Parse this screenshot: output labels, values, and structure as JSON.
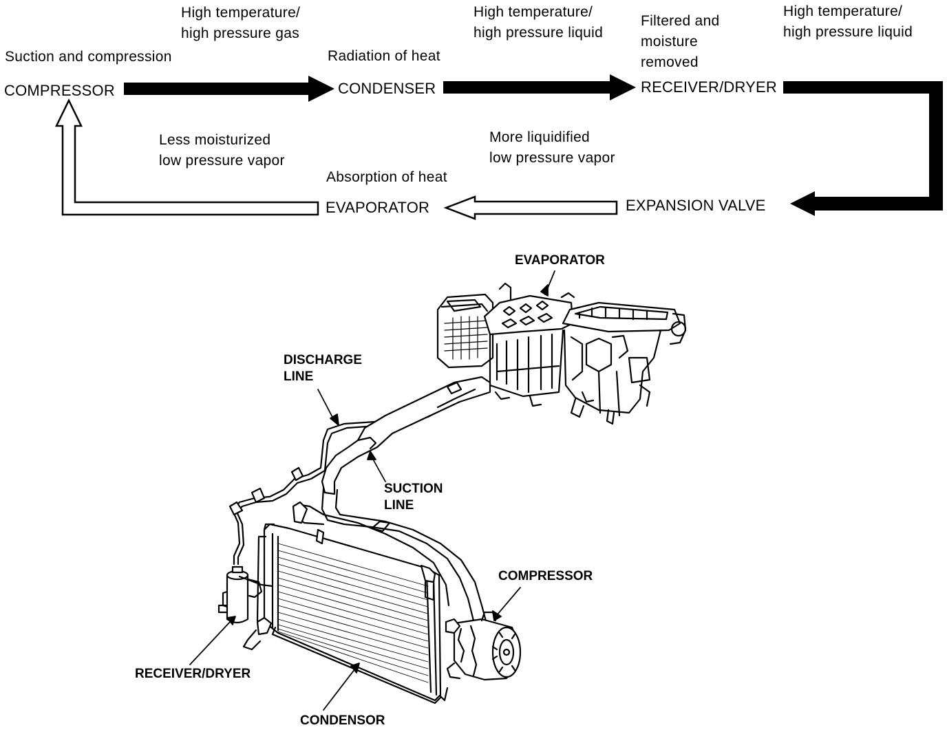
{
  "flow": {
    "compressor": {
      "name": "COMPRESSOR",
      "process": "Suction and compression"
    },
    "condenser": {
      "name": "CONDENSER",
      "process": "Radiation of heat"
    },
    "receiver_dryer": {
      "name": "RECEIVER/DRYER",
      "process": "Filtered and\nmoisture\nremoved"
    },
    "expansion_valve": {
      "name": "EXPANSION VALVE"
    },
    "evaporator": {
      "name": "EVAPORATOR",
      "process": "Absorption of heat"
    },
    "states": {
      "compressor_to_condenser": "High temperature/\nhigh pressure gas",
      "condenser_to_receiver": "High temperature/\nhigh pressure liquid",
      "receiver_to_expansion": "High temperature/\nhigh pressure liquid",
      "expansion_to_evaporator": "More liquidified\nlow pressure vapor",
      "evaporator_to_compressor": "Less moisturized\nlow pressure vapor"
    }
  },
  "illustration": {
    "callouts": {
      "evaporator": "EVAPORATOR",
      "discharge_line": "DISCHARGE\nLINE",
      "suction_line": "SUCTION\nLINE",
      "compressor": "COMPRESSOR",
      "receiver_dryer": "RECEIVER/DRYER",
      "condensor": "CONDENSOR"
    }
  },
  "colors": {
    "ink": "#000000",
    "paper": "#ffffff"
  }
}
